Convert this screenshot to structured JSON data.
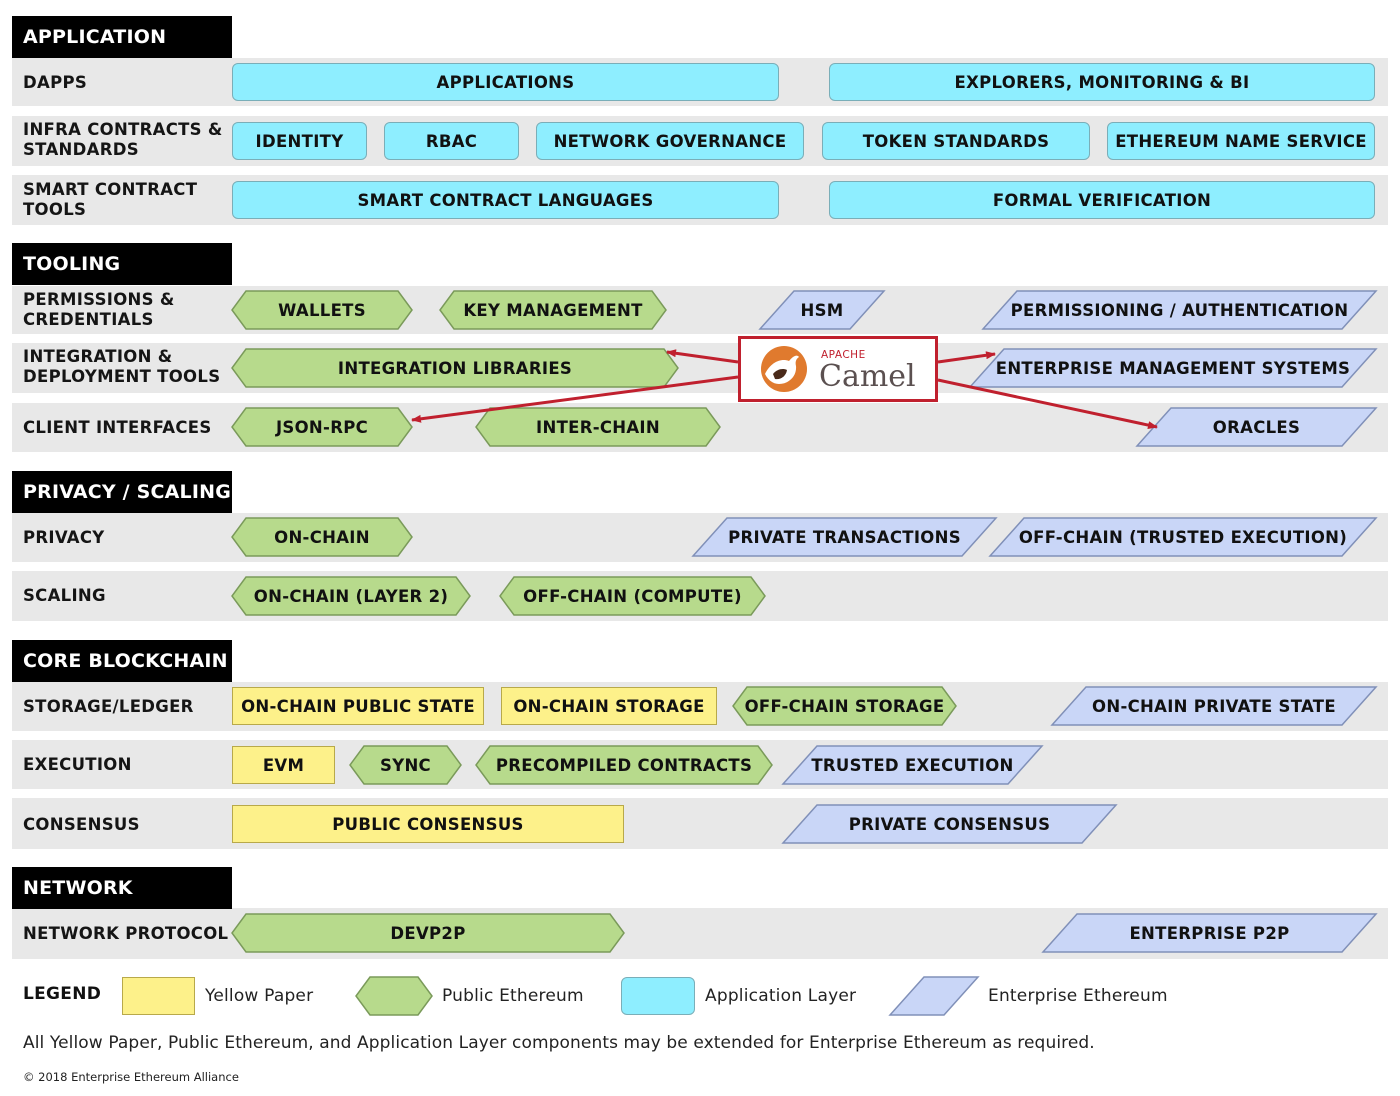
{
  "colors": {
    "application_layer": "#8eeeff",
    "public_ethereum": "#b7da8c",
    "yellow_paper": "#fdf18a",
    "enterprise_ethereum": "#c9d6f7",
    "camel_accent": "#c0202e"
  },
  "sections": {
    "application": "APPLICATION",
    "tooling": "TOOLING",
    "privacy_scaling": "PRIVACY / SCALING",
    "core_blockchain": "CORE BLOCKCHAIN",
    "network": "NETWORK"
  },
  "rows": {
    "dapps": "DAPPS",
    "infra_1": "INFRA CONTRACTS &",
    "infra_2": "STANDARDS",
    "sct_1": "SMART  CONTRACT",
    "sct_2": "TOOLS",
    "perm_1": "PERMISSIONS &",
    "perm_2": "CREDENTIALS",
    "integ_1": "INTEGRATION &",
    "integ_2": "DEPLOYMENT TOOLS",
    "client": "CLIENT INTERFACES",
    "privacy": "PRIVACY",
    "scaling": "SCALING",
    "storage": "STORAGE/LEDGER",
    "execution": "EXECUTION",
    "consensus": "CONSENSUS",
    "netproto": "NETWORK PROTOCOL"
  },
  "components": {
    "applications": "APPLICATIONS",
    "explorers": "EXPLORERS, MONITORING & BI",
    "identity": "IDENTITY",
    "rbac": "RBAC",
    "network_governance": "NETWORK GOVERNANCE",
    "token_standards": "TOKEN STANDARDS",
    "ens": "ETHEREUM NAME SERVICE",
    "sc_languages": "SMART CONTRACT LANGUAGES",
    "formal_verification": "FORMAL VERIFICATION",
    "wallets": "WALLETS",
    "key_management": "KEY MANAGEMENT",
    "hsm": "HSM",
    "permissioning": "PERMISSIONING / AUTHENTICATION",
    "integration_libraries": "INTEGRATION LIBRARIES",
    "enterprise_mgmt": "ENTERPRISE MANAGEMENT SYSTEMS",
    "json_rpc": "JSON-RPC",
    "inter_chain": "INTER-CHAIN",
    "oracles": "ORACLES",
    "on_chain": "ON-CHAIN",
    "private_tx": "PRIVATE TRANSACTIONS",
    "off_chain_trusted": "OFF-CHAIN (TRUSTED EXECUTION)",
    "on_chain_l2": "ON-CHAIN (LAYER 2)",
    "off_chain_compute": "OFF-CHAIN (COMPUTE)",
    "on_chain_public_state": "ON-CHAIN PUBLIC STATE",
    "on_chain_storage": "ON-CHAIN STORAGE",
    "off_chain_storage": "OFF-CHAIN STORAGE",
    "on_chain_private_state": "ON-CHAIN PRIVATE STATE",
    "evm": "EVM",
    "sync": "SYNC",
    "precompiled": "PRECOMPILED CONTRACTS",
    "trusted_execution": "TRUSTED EXECUTION",
    "public_consensus": "PUBLIC CONSENSUS",
    "private_consensus": "PRIVATE CONSENSUS",
    "devp2p": "DEVP2P",
    "enterprise_p2p": "ENTERPRISE P2P"
  },
  "camel": {
    "apache": "APACHE",
    "name": "Camel"
  },
  "legend": {
    "title": "LEGEND",
    "yellow_paper": "Yellow Paper",
    "public_ethereum": "Public Ethereum",
    "application_layer": "Application Layer",
    "enterprise_ethereum": "Enterprise Ethereum"
  },
  "note": "All Yellow Paper, Public Ethereum, and Application Layer components may be extended for Enterprise Ethereum as required.",
  "copyright": "© 2018 Enterprise Ethereum Alliance"
}
